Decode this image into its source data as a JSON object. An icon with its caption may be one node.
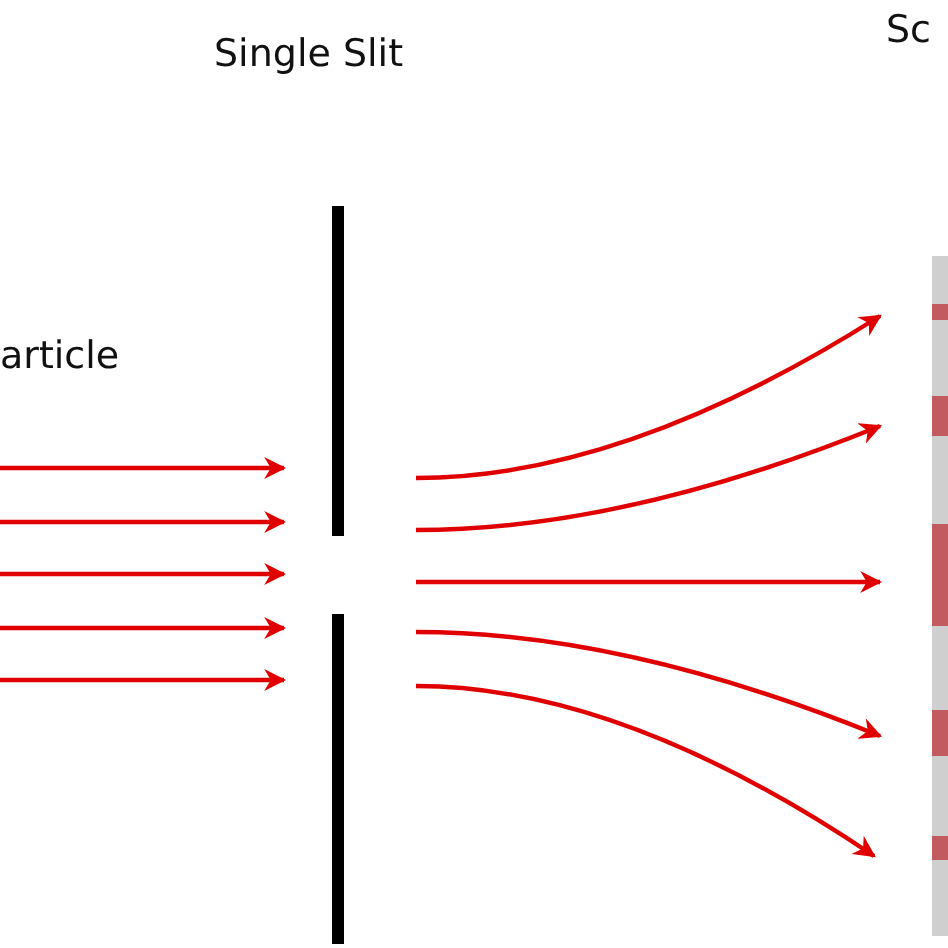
{
  "diagram": {
    "nodes": [
      {
        "text": [],
        "shape": "bar"
      },
      {
        "text": [],
        "shape": "bar"
      }
    ],
    "edges": [
      {
        "from": null,
        "to": 0,
        "arrow": "to"
      },
      {
        "from": null,
        "to": 0,
        "arrow": "to"
      },
      {
        "from": null,
        "to": 0,
        "arrow": "to"
      },
      {
        "from": null,
        "to": 0,
        "arrow": "to"
      },
      {
        "from": null,
        "to": 0,
        "arrow": "to"
      },
      {
        "from": 0,
        "to": 1,
        "arrow": "to"
      },
      {
        "from": 0,
        "to": 1,
        "arrow": "to"
      },
      {
        "from": 0,
        "to": 1,
        "arrow": "to"
      },
      {
        "from": 0,
        "to": 1,
        "arrow": "to"
      },
      {
        "from": 0,
        "to": 1,
        "arrow": "to"
      }
    ],
    "labels": [
      "Single Slit",
      "Sc",
      "article"
    ]
  }
}
